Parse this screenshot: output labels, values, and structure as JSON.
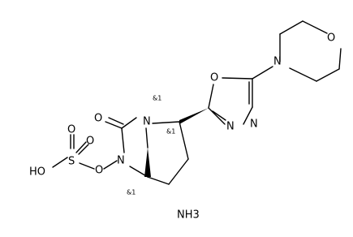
{
  "structure": {
    "atoms": {
      "morpholine_o": "O",
      "morpholine_n": "N",
      "oxadiazole_o": "O",
      "oxadiazole_n1": "N",
      "oxadiazole_n2": "N",
      "bridge_n": "N",
      "carbonyl_o": "O",
      "urea_n": "N",
      "n_oxygen": "O",
      "sulfur": "S",
      "sulfonyl_o_top": "O",
      "sulfonyl_o_right": "O",
      "hydroxy": "HO"
    },
    "stereo_labels": {
      "bridge_n": "&1",
      "c2": "&1",
      "c5": "&1"
    },
    "counterion": "NH3"
  }
}
